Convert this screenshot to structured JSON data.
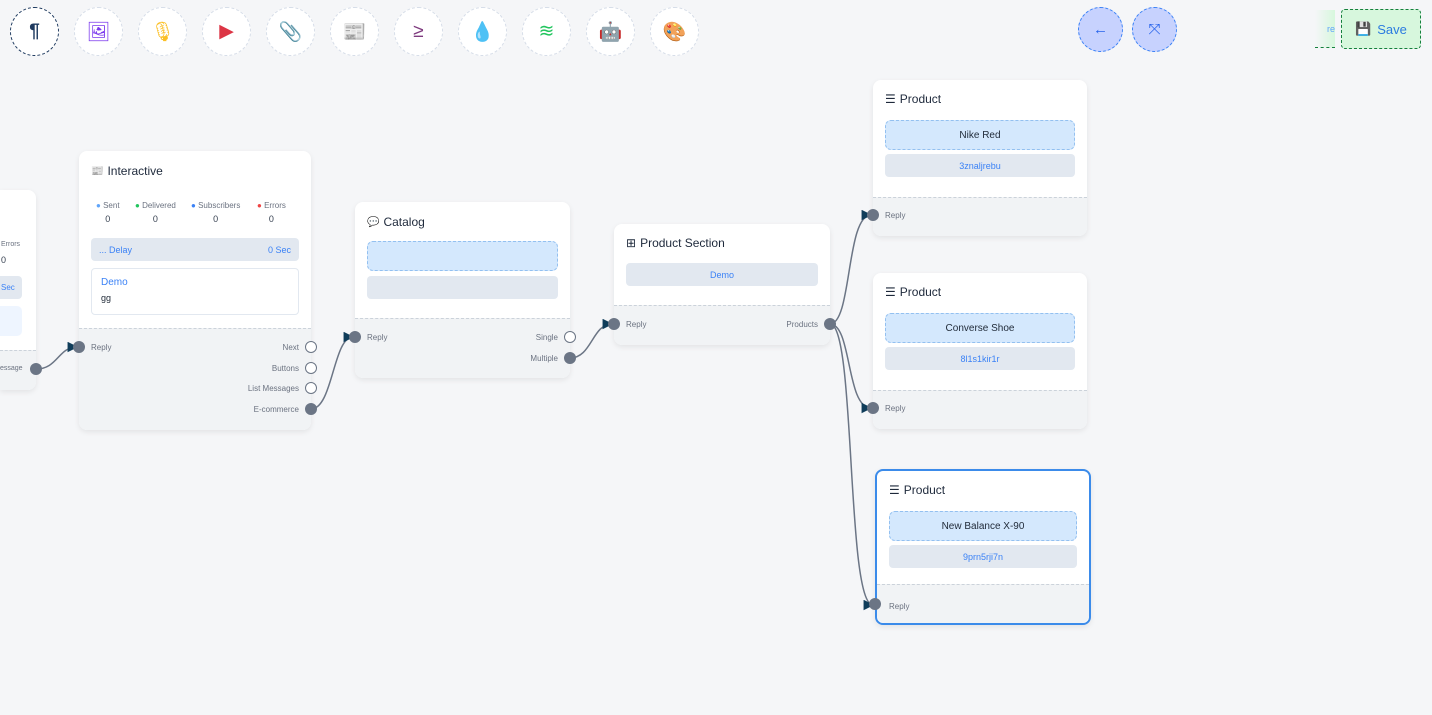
{
  "toolbar": {
    "tools": [
      {
        "name": "paragraph-icon",
        "glyph": "¶",
        "color": "#1e3a5f"
      },
      {
        "name": "image-icon",
        "glyph": "🖼",
        "color": "#7c3aed"
      },
      {
        "name": "microphone-icon",
        "glyph": "🎙",
        "color": "#fbbf24"
      },
      {
        "name": "youtube-icon",
        "glyph": "▶",
        "color": "#dc3545"
      },
      {
        "name": "paperclip-icon",
        "glyph": "📎",
        "color": "#16a34a"
      },
      {
        "name": "newspaper-icon",
        "glyph": "📰",
        "color": "#f87171"
      },
      {
        "name": "greater-equal-icon",
        "glyph": "≥",
        "color": "#7e3a7e"
      },
      {
        "name": "droplet-icon",
        "glyph": "💧",
        "color": "#be123c"
      },
      {
        "name": "stack-icon",
        "glyph": "≋",
        "color": "#22c55e"
      },
      {
        "name": "robot-icon",
        "glyph": "🤖",
        "color": "#1d4ed8"
      },
      {
        "name": "palette-icon",
        "glyph": "🎨",
        "color": "#22c55e"
      }
    ],
    "back_glyph": "←",
    "collapse_glyph": "⤧",
    "save_label": "Save",
    "ghost_text": "re"
  },
  "left_node": {
    "errors_label": "Errors",
    "errors_value": "0",
    "delay_unit": "Sec",
    "output_label": "essage"
  },
  "interactive": {
    "title": "Interactive",
    "stats": [
      {
        "label": "Sent",
        "value": "0",
        "icon": "paper-plane-icon",
        "color": "#60a5fa"
      },
      {
        "label": "Delivered",
        "value": "0",
        "icon": "check-circle-icon",
        "color": "#22c55e"
      },
      {
        "label": "Subscribers",
        "value": "0",
        "icon": "user-circle-icon",
        "color": "#3b82f6"
      },
      {
        "label": "Errors",
        "value": "0",
        "icon": "bug-icon",
        "color": "#ef4444"
      }
    ],
    "delay_label": "... Delay",
    "delay_value": "0 Sec",
    "message_title": "Demo",
    "message_body": "gg",
    "input": "Reply",
    "outputs": [
      "Next",
      "Buttons",
      "List Messages",
      "E-commerce"
    ]
  },
  "catalog": {
    "title": "Catalog",
    "input": "Reply",
    "outputs": [
      "Single",
      "Multiple"
    ]
  },
  "product_section": {
    "title": "Product Section",
    "item": "Demo",
    "input": "Reply",
    "output": "Products"
  },
  "products": [
    {
      "title": "Product",
      "name": "Nike Red",
      "id": "3znaljrebu",
      "input": "Reply"
    },
    {
      "title": "Product",
      "name": "Converse Shoe",
      "id": "8l1s1kir1r",
      "input": "Reply"
    },
    {
      "title": "Product",
      "name": "New Balance X-90",
      "id": "9prn5rji7n",
      "input": "Reply",
      "selected": true
    }
  ],
  "colors": {
    "accent": "#3b82f6",
    "edge": "#6b7585",
    "arrow": "#0f3d5a"
  }
}
